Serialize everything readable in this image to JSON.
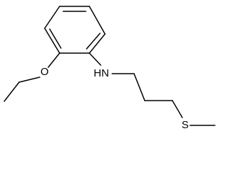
{
  "molecule": {
    "atoms": {
      "oxygen": "O",
      "amine": "HN",
      "sulfur": "S"
    },
    "bond_color": "#000000",
    "label_color": "#000000",
    "background": "#ffffff"
  }
}
